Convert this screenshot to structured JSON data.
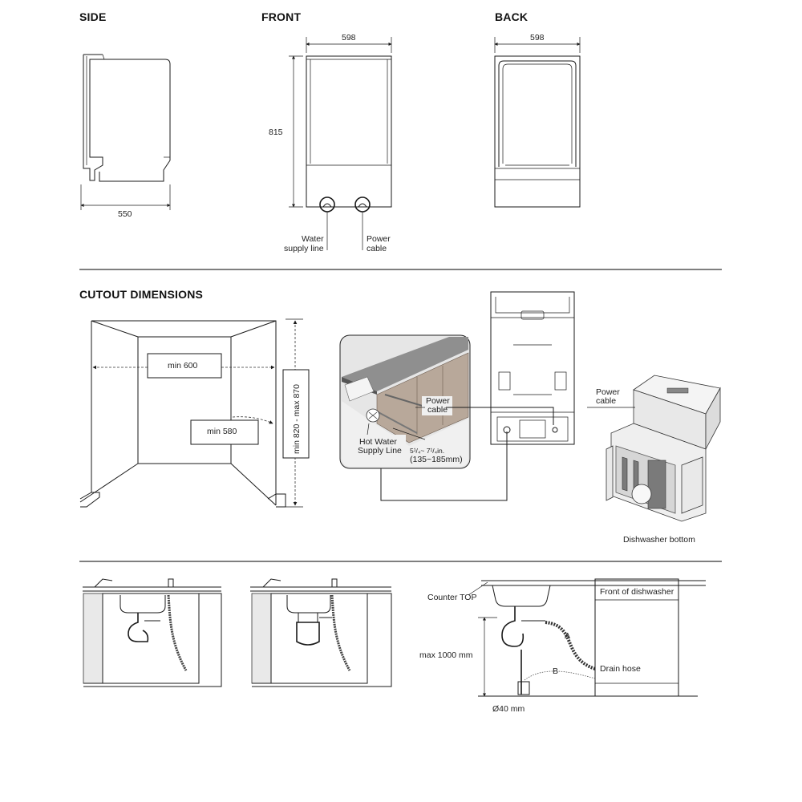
{
  "sections": {
    "side": "SIDE",
    "front": "FRONT",
    "back": "BACK",
    "cutout": "CUTOUT DIMENSIONS"
  },
  "dimensions": {
    "side_depth": "550",
    "front_width": "598",
    "front_height": "815",
    "back_width": "598",
    "cutout_width": "min 600",
    "cutout_depth": "min 580",
    "cutout_height": "min 820 - max 870"
  },
  "labels": {
    "water_supply_line_1": "Water",
    "water_supply_line_2": "supply line",
    "power_cable_1": "Power",
    "power_cable_2": "cable",
    "inset_power_1": "Power",
    "inset_power_2": "cable",
    "inset_hot_water_1": "Hot Water",
    "inset_hot_water_2": "Supply Line",
    "inset_range_1": "5¹/₄~ 7¹/₄in.",
    "inset_range_2": "(135~185mm)",
    "bottom_power_1": "Power",
    "bottom_power_2": "cable",
    "dishwasher_bottom": "Dishwasher bottom",
    "counter_top": "Counter TOP",
    "front_of_dishwasher": "Front of dishwasher",
    "max_height": "max 1000 mm",
    "drain_hose": "Drain hose",
    "hose_a": "A",
    "hose_b": "B",
    "diameter": "Ø40 mm"
  }
}
